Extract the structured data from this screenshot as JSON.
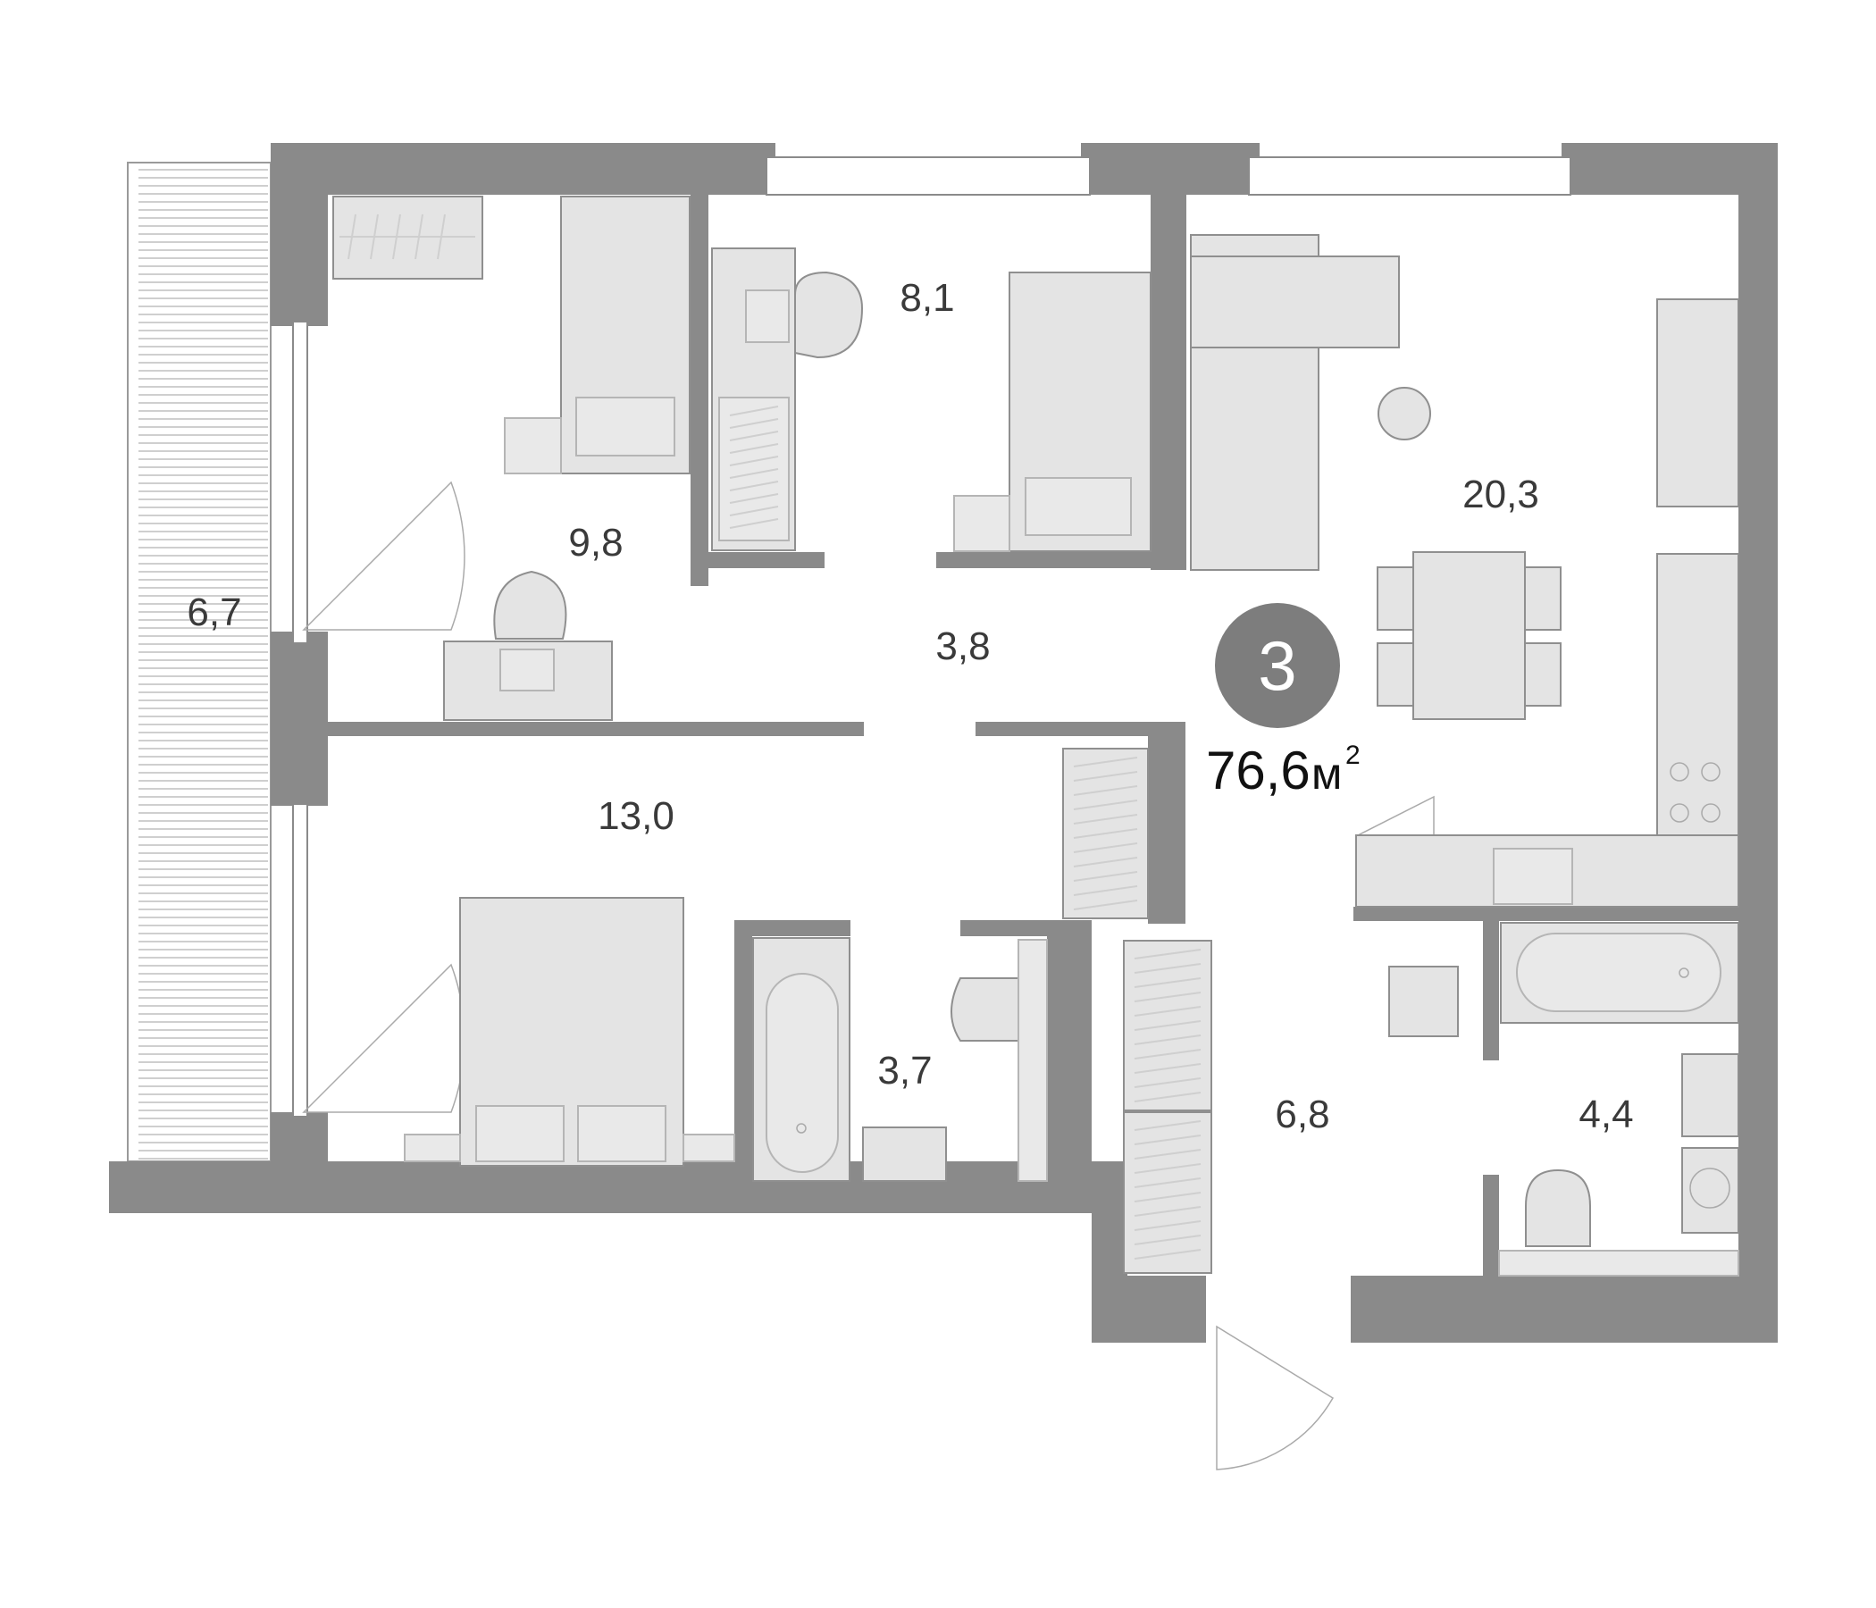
{
  "plan": {
    "room_count": "3",
    "total_area": "76,6",
    "area_unit": "м",
    "area_unit_power": "2"
  },
  "rooms": {
    "balcony": "6,7",
    "bedroom_top": "9,8",
    "study": "8,1",
    "corridor": "3,8",
    "living_kitchen": "20,3",
    "bedroom_bottom": "13,0",
    "bathroom_left": "3,7",
    "hall": "6,8",
    "bathroom_right": "4,4"
  },
  "colors": {
    "wall": "#8a8a8a",
    "furniture": "#e4e4e4",
    "badge": "#7d7d7d"
  }
}
